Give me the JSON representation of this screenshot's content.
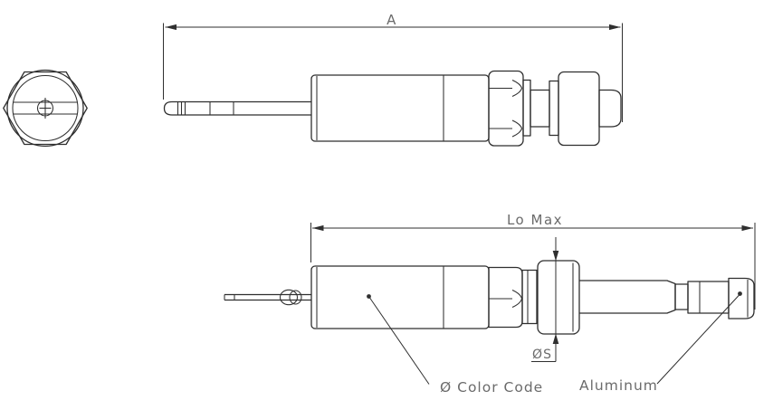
{
  "drawing": {
    "background": "#ffffff",
    "line_color": "#2f2f2f",
    "text_color": "#6b6b6b"
  },
  "labels": {
    "dim_a": "A",
    "dim_lo_max": "Lo Max",
    "dim_diameter_s": "ØS",
    "callout_color_code": "Ø Color Code",
    "callout_aluminum": "Aluminum"
  }
}
